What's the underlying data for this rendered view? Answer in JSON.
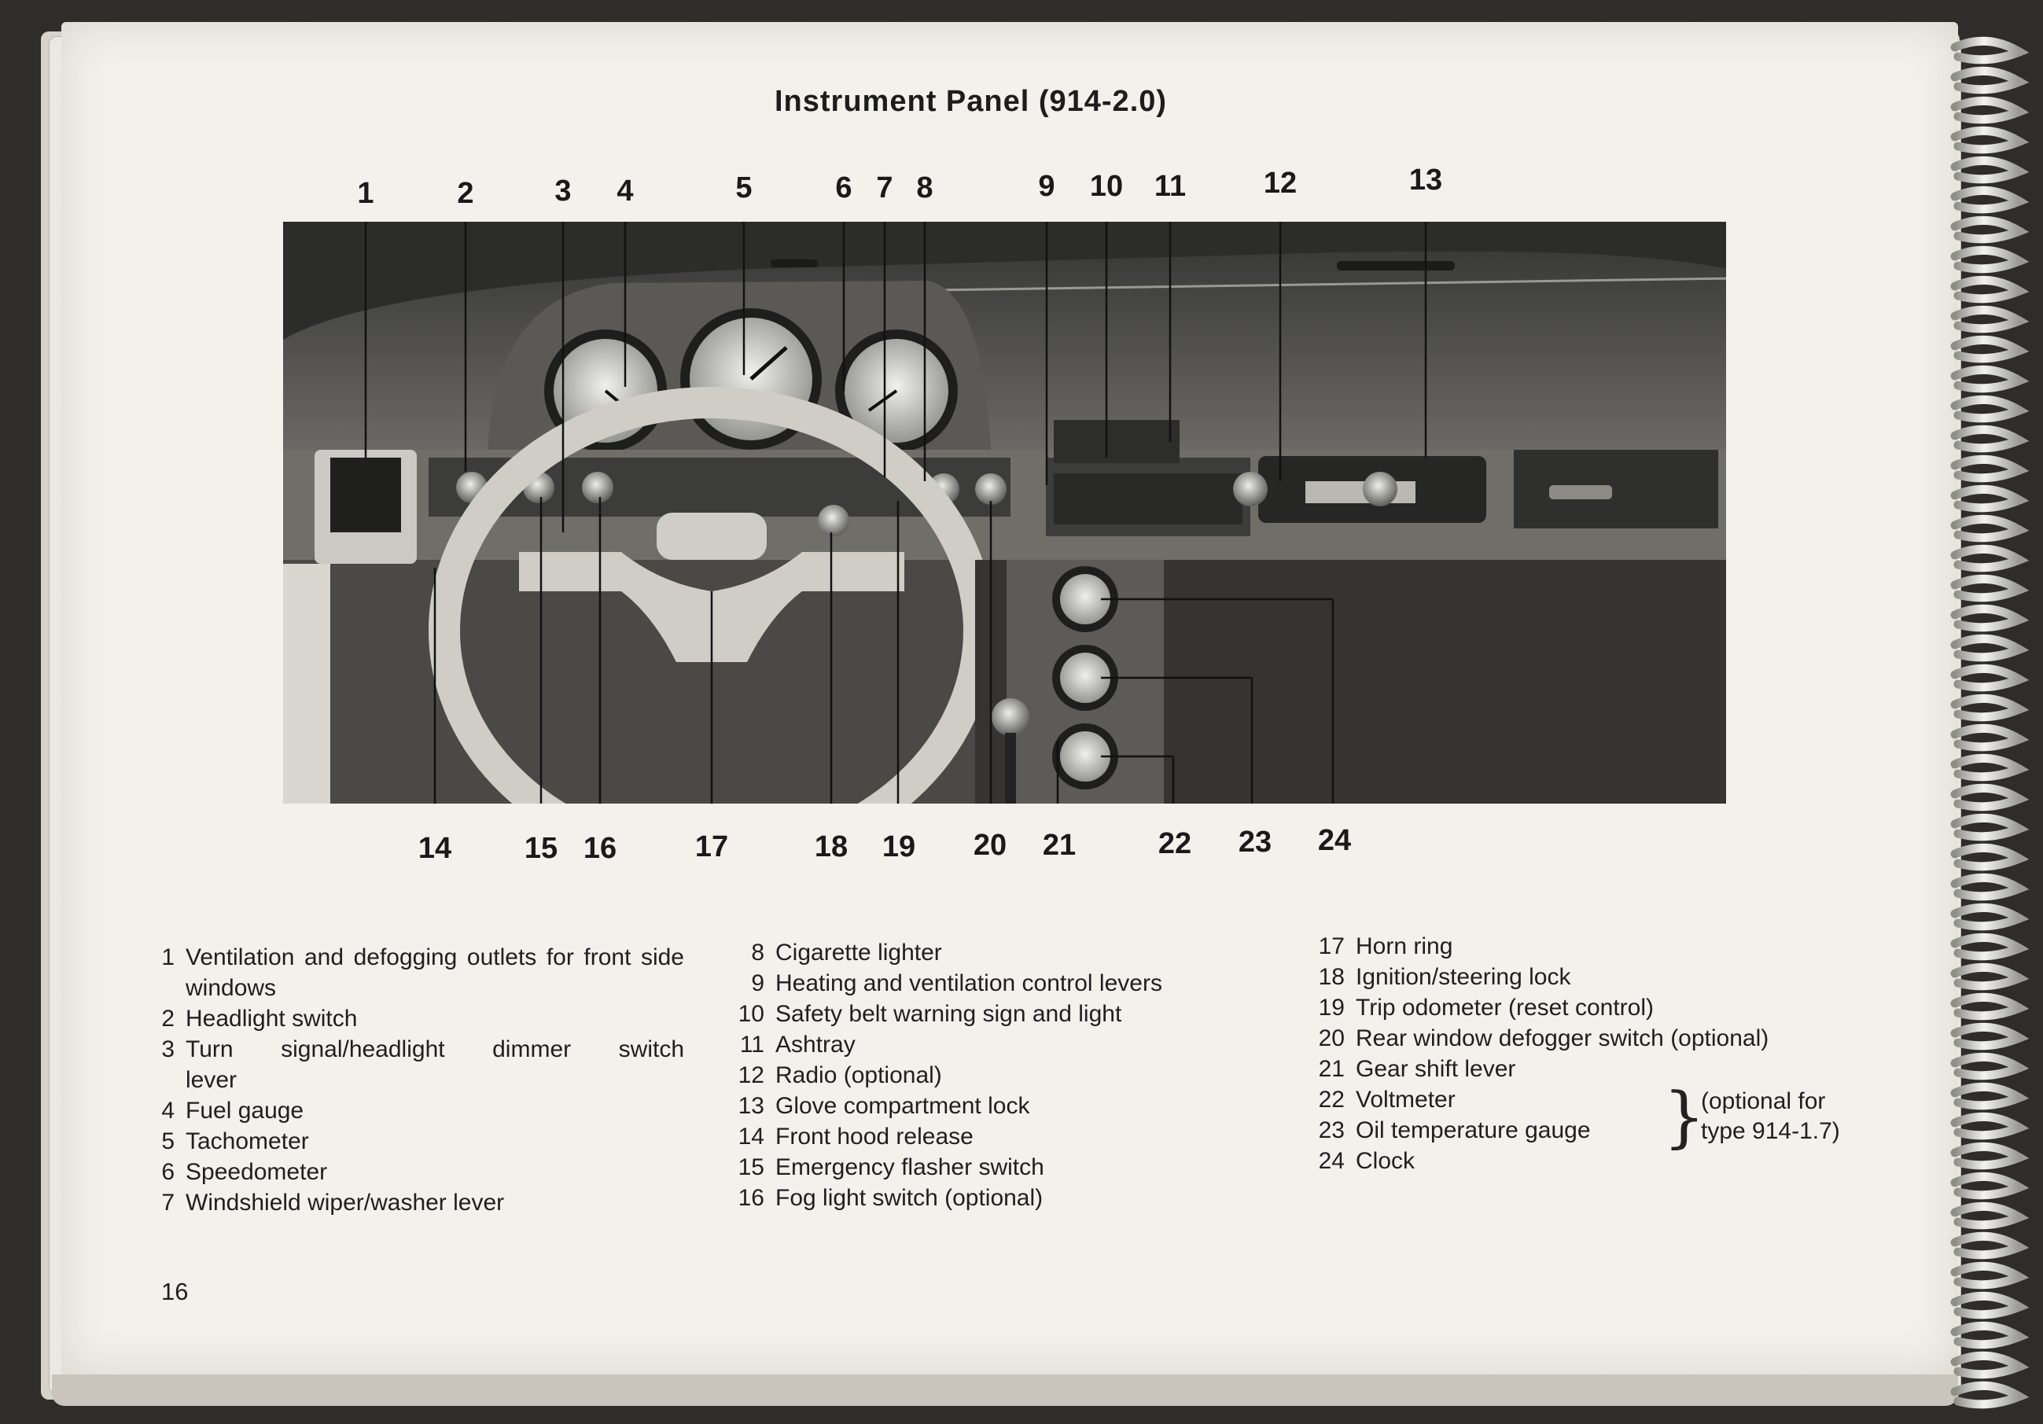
{
  "title": "Instrument Panel (914-2.0)",
  "page_number": "16",
  "callouts_top": [
    "1",
    "2",
    "3",
    "4",
    "5",
    "6",
    "7",
    "8",
    "9",
    "10",
    "11",
    "12",
    "13"
  ],
  "callouts_bottom": [
    "14",
    "15",
    "16",
    "17",
    "18",
    "19",
    "20",
    "21",
    "22",
    "23",
    "24"
  ],
  "legend": [
    {
      "num": "1",
      "text": "Ventilation and defogging outlets for front side windows"
    },
    {
      "num": "2",
      "text": "Headlight switch"
    },
    {
      "num": "3",
      "text": "Turn signal/headlight dimmer switch lever"
    },
    {
      "num": "4",
      "text": "Fuel gauge"
    },
    {
      "num": "5",
      "text": "Tachometer"
    },
    {
      "num": "6",
      "text": "Speedometer"
    },
    {
      "num": "7",
      "text": "Windshield wiper/washer lever"
    },
    {
      "num": "8",
      "text": "Cigarette lighter"
    },
    {
      "num": "9",
      "text": "Heating and ventilation control levers"
    },
    {
      "num": "10",
      "text": "Safety belt warning sign and light"
    },
    {
      "num": "11",
      "text": "Ashtray"
    },
    {
      "num": "12",
      "text": "Radio (optional)"
    },
    {
      "num": "13",
      "text": "Glove compartment lock"
    },
    {
      "num": "14",
      "text": "Front hood release"
    },
    {
      "num": "15",
      "text": "Emergency flasher switch"
    },
    {
      "num": "16",
      "text": "Fog light switch (optional)"
    },
    {
      "num": "17",
      "text": "Horn ring"
    },
    {
      "num": "18",
      "text": "Ignition/steering lock"
    },
    {
      "num": "19",
      "text": "Trip odometer (reset control)"
    },
    {
      "num": "20",
      "text": "Rear window defogger switch (optional)"
    },
    {
      "num": "21",
      "text": "Gear shift lever"
    },
    {
      "num": "22",
      "text": "Voltmeter"
    },
    {
      "num": "23",
      "text": "Oil temperature gauge"
    },
    {
      "num": "24",
      "text": "Clock"
    }
  ],
  "optional_note": {
    "line1": "(optional for",
    "line2": "type 914-1.7)"
  }
}
